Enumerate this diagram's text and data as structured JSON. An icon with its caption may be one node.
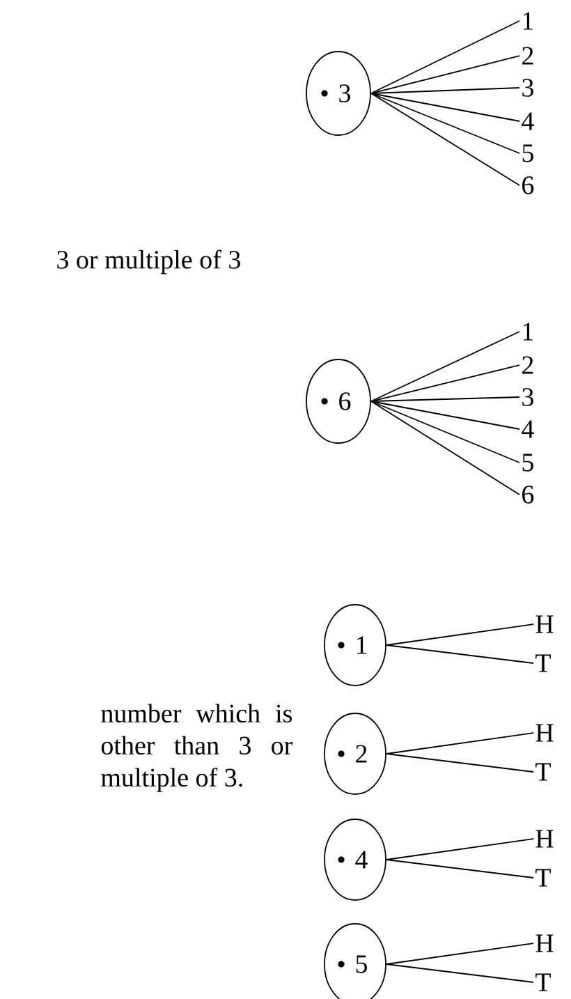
{
  "diagram": {
    "nodes": [
      {
        "text": [
          "3"
        ]
      },
      {
        "text": [
          "1"
        ]
      },
      {
        "text": [
          "2"
        ]
      },
      {
        "text": [
          "3"
        ]
      },
      {
        "text": [
          "4"
        ]
      },
      {
        "text": [
          "5"
        ]
      },
      {
        "text": [
          "6"
        ]
      },
      {
        "text": [
          "6"
        ]
      },
      {
        "text": [
          "1"
        ]
      },
      {
        "text": [
          "2"
        ]
      },
      {
        "text": [
          "3"
        ]
      },
      {
        "text": [
          "4"
        ]
      },
      {
        "text": [
          "5"
        ]
      },
      {
        "text": [
          "6"
        ]
      },
      {
        "text": [
          "1"
        ]
      },
      {
        "text": [
          "H"
        ]
      },
      {
        "text": [
          "T"
        ]
      },
      {
        "text": [
          "2"
        ]
      },
      {
        "text": [
          "H"
        ]
      },
      {
        "text": [
          "T"
        ]
      },
      {
        "text": [
          "4"
        ]
      },
      {
        "text": [
          "H"
        ]
      },
      {
        "text": [
          "T"
        ]
      },
      {
        "text": [
          "5"
        ]
      },
      {
        "text": [
          "H"
        ]
      },
      {
        "text": [
          "T"
        ]
      }
    ],
    "edges": [
      {
        "from": 0,
        "to": 1,
        "arrow": "none"
      },
      {
        "from": 0,
        "to": 2,
        "arrow": "none"
      },
      {
        "from": 0,
        "to": 3,
        "arrow": "none"
      },
      {
        "from": 0,
        "to": 4,
        "arrow": "none"
      },
      {
        "from": 0,
        "to": 5,
        "arrow": "none"
      },
      {
        "from": 0,
        "to": 6,
        "arrow": "none"
      },
      {
        "from": 7,
        "to": 8,
        "arrow": "none"
      },
      {
        "from": 7,
        "to": 9,
        "arrow": "none"
      },
      {
        "from": 7,
        "to": 10,
        "arrow": "none"
      },
      {
        "from": 7,
        "to": 11,
        "arrow": "none"
      },
      {
        "from": 7,
        "to": 12,
        "arrow": "none"
      },
      {
        "from": 7,
        "to": 13,
        "arrow": "none"
      },
      {
        "from": 14,
        "to": 15,
        "arrow": "none"
      },
      {
        "from": 14,
        "to": 16,
        "arrow": "none"
      },
      {
        "from": 17,
        "to": 18,
        "arrow": "none"
      },
      {
        "from": 17,
        "to": 19,
        "arrow": "none"
      },
      {
        "from": 20,
        "to": 21,
        "arrow": "none"
      },
      {
        "from": 20,
        "to": 22,
        "arrow": "none"
      },
      {
        "from": 23,
        "to": 24,
        "arrow": "none"
      },
      {
        "from": 23,
        "to": 25,
        "arrow": "none"
      }
    ],
    "labels": [
      "3 or multiple of 3",
      "number which is other than 3 or multiple of 3."
    ]
  }
}
